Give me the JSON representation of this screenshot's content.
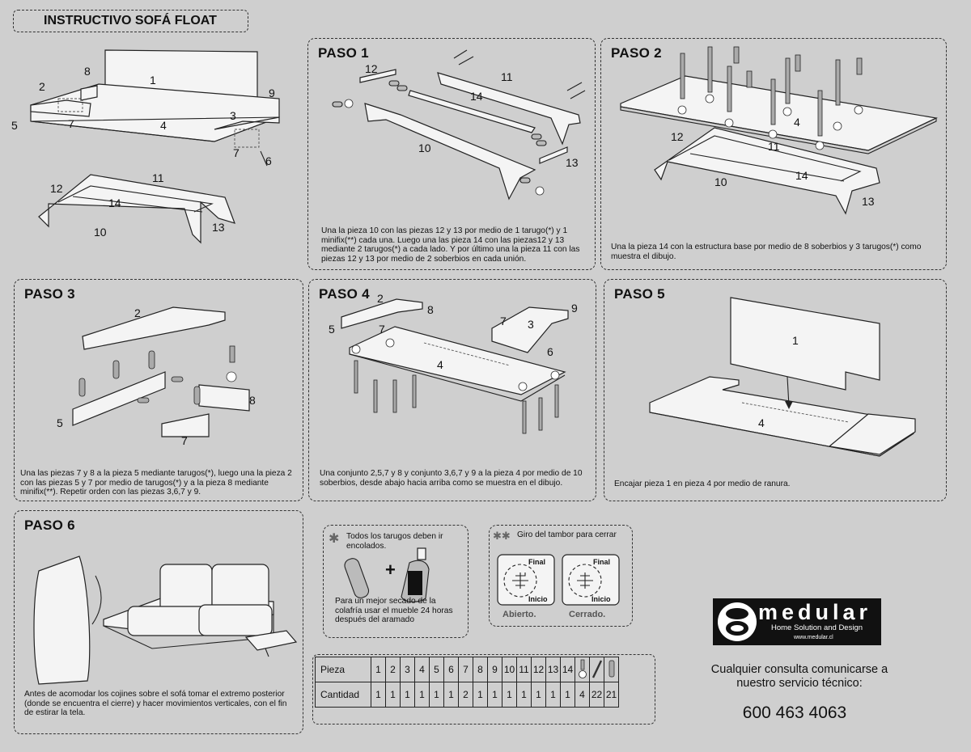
{
  "title": "INSTRUCTIVO SOFÁ FLOAT",
  "overview": {
    "labels": [
      "1",
      "2",
      "3",
      "4",
      "5",
      "6",
      "7",
      "7",
      "8",
      "9"
    ],
    "frame_labels": [
      "10",
      "11",
      "12",
      "13",
      "14"
    ]
  },
  "steps": [
    {
      "id": "paso1",
      "title": "PASO 1",
      "labels": [
        "10",
        "11",
        "12",
        "13",
        "14"
      ],
      "text": "Una la pieza 10 con las piezas 12 y 13 por medio de 1 tarugo(*) y 1 minifix(**) cada una. Luego una las pieza 14 con las piezas12 y 13 mediante 2 tarugos(*) a cada lado. Y por último una la pieza 11 con las piezas 12 y 13 por medio de 2 soberbios en cada unión."
    },
    {
      "id": "paso2",
      "title": "PASO 2",
      "labels": [
        "4",
        "10",
        "11",
        "12",
        "13",
        "14"
      ],
      "text": "Una la pieza 14 con la estructura base por medio de 8 soberbios y 3 tarugos(*) como muestra el dibujo."
    },
    {
      "id": "paso3",
      "title": "PASO 3",
      "labels": [
        "2",
        "5",
        "7",
        "8"
      ],
      "text": "Una las piezas 7 y 8 a la pieza 5 mediante tarugos(*), luego una la pieza 2 con las piezas 5 y 7 por medio de tarugos(*) y a la pieza 8 mediante minifix(**). Repetir orden con las piezas 3,6,7 y 9."
    },
    {
      "id": "paso4",
      "title": "PASO 4",
      "labels": [
        "2",
        "3",
        "4",
        "5",
        "6",
        "7",
        "7",
        "8",
        "9"
      ],
      "text": "Una conjunto 2,5,7 y 8 y conjunto 3,6,7 y 9 a la pieza 4 por medio de 10 soberbios, desde abajo hacia arriba como se muestra en el dibujo."
    },
    {
      "id": "paso5",
      "title": "PASO 5",
      "labels": [
        "1",
        "4"
      ],
      "text": "Encajar pieza 1 en pieza 4 por medio de ranura."
    },
    {
      "id": "paso6",
      "title": "PASO 6",
      "labels": [],
      "text": "Antes de acomodar los cojines sobre el sofá tomar el extremo posterior (donde se encuentra  el cierre) y hacer movimientos verticales, con el fin de estirar la tela."
    }
  ],
  "notes": {
    "glue": {
      "text": "Todos los tarugos deben ir encolados.",
      "plus": "+",
      "dry": "Para un mejor secado de la colafría usar el mueble 24 horas después del aramado"
    },
    "drum": {
      "text": "Giro del tambor para cerrar",
      "final": "Final",
      "inicio": "Inicio",
      "open": "Abierto.",
      "closed": "Cerrado."
    },
    "glyph_single": "✱",
    "glyph_double": "✱✱"
  },
  "parts_table": {
    "row1_label": "Pieza",
    "row2_label": "Cantidad",
    "pieces": [
      "1",
      "2",
      "3",
      "4",
      "5",
      "6",
      "7",
      "8",
      "9",
      "10",
      "11",
      "12",
      "13",
      "14"
    ],
    "quantities": [
      "1",
      "1",
      "1",
      "1",
      "1",
      "1",
      "2",
      "1",
      "1",
      "1",
      "1",
      "1",
      "1",
      "1",
      "4",
      "22",
      "21"
    ],
    "hardware_icons": [
      "minifix-icon",
      "soberbio-icon",
      "tarugo-icon"
    ]
  },
  "brand": {
    "name": "medular",
    "tagline": "Home Solution and Design",
    "url": "www.medular.cl"
  },
  "contact": {
    "text": "Cualquier consulta comunicarse a nuestro servicio técnico:",
    "phone": "600 463 4063"
  },
  "colors": {
    "background": "#cfcfcf",
    "line": "#222222",
    "brand_bg": "#111111"
  }
}
